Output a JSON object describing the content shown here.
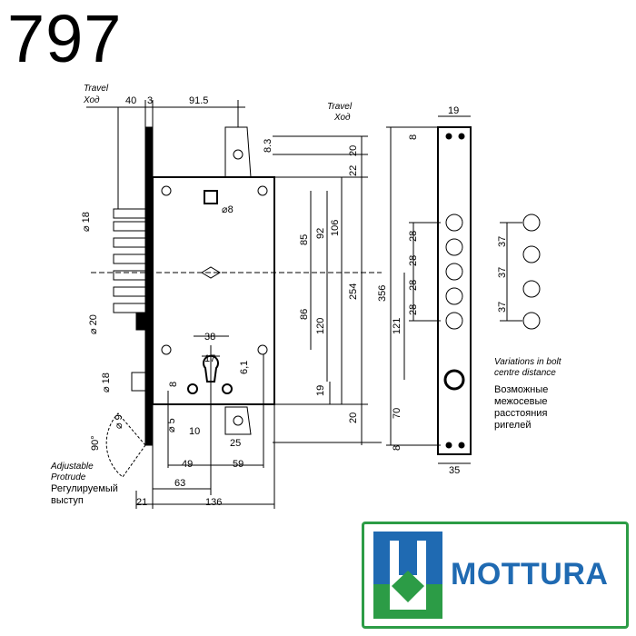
{
  "model_number": "797",
  "brand": {
    "name": "MOTTURA",
    "colors": {
      "green": "#2c9c46",
      "blue": "#1f6ab2"
    }
  },
  "labels": {
    "travel_en": "Travel",
    "travel_ru": "Ход",
    "adjustable_en_1": "Adjustable",
    "adjustable_en_2": "Protrude",
    "adjustable_ru_1": "Регулируемый",
    "adjustable_ru_2": "выступ",
    "variations_en_1": "Variations in bolt",
    "variations_en_2": "centre distance",
    "variations_ru_1": "Возможные",
    "variations_ru_2": "межосевые",
    "variations_ru_3": "расстояния",
    "variations_ru_4": "ригелей"
  },
  "dimensions": {
    "top_40": "40",
    "top_3": "3",
    "top_91_5": "91.5",
    "d_8_3": "8.3",
    "d_20_top": "20",
    "d_22": "22",
    "d_dia8": "⌀8",
    "d_85": "85",
    "d_92": "92",
    "d_106": "106",
    "d_86": "86",
    "d_120": "120",
    "d_254": "254",
    "d_356": "356",
    "d_19_side": "19",
    "d_20_bottom": "20",
    "d_dia18_top": "⌀ 18",
    "d_dia20": "⌀ 20",
    "d_dia18_bot": "⌀ 18",
    "d_38": "38",
    "d_17": "17",
    "d_8": "8",
    "d_6_1": "6,1",
    "d_dia5": "⌀ 5",
    "d_dia9": "⌀ 9",
    "d_10": "10",
    "d_25": "25",
    "d_90deg": "90°",
    "d_49": "49",
    "d_59": "59",
    "d_63": "63",
    "d_21": "21",
    "d_136": "136",
    "face_19": "19",
    "face_8_top": "8",
    "face_28_1": "28",
    "face_28_2": "28",
    "face_28_3": "28",
    "face_28_4": "28",
    "face_121": "121",
    "face_70": "70",
    "face_8_bot": "8",
    "face_35": "35",
    "var_37_1": "37",
    "var_37_2": "37",
    "var_37_3": "37"
  }
}
